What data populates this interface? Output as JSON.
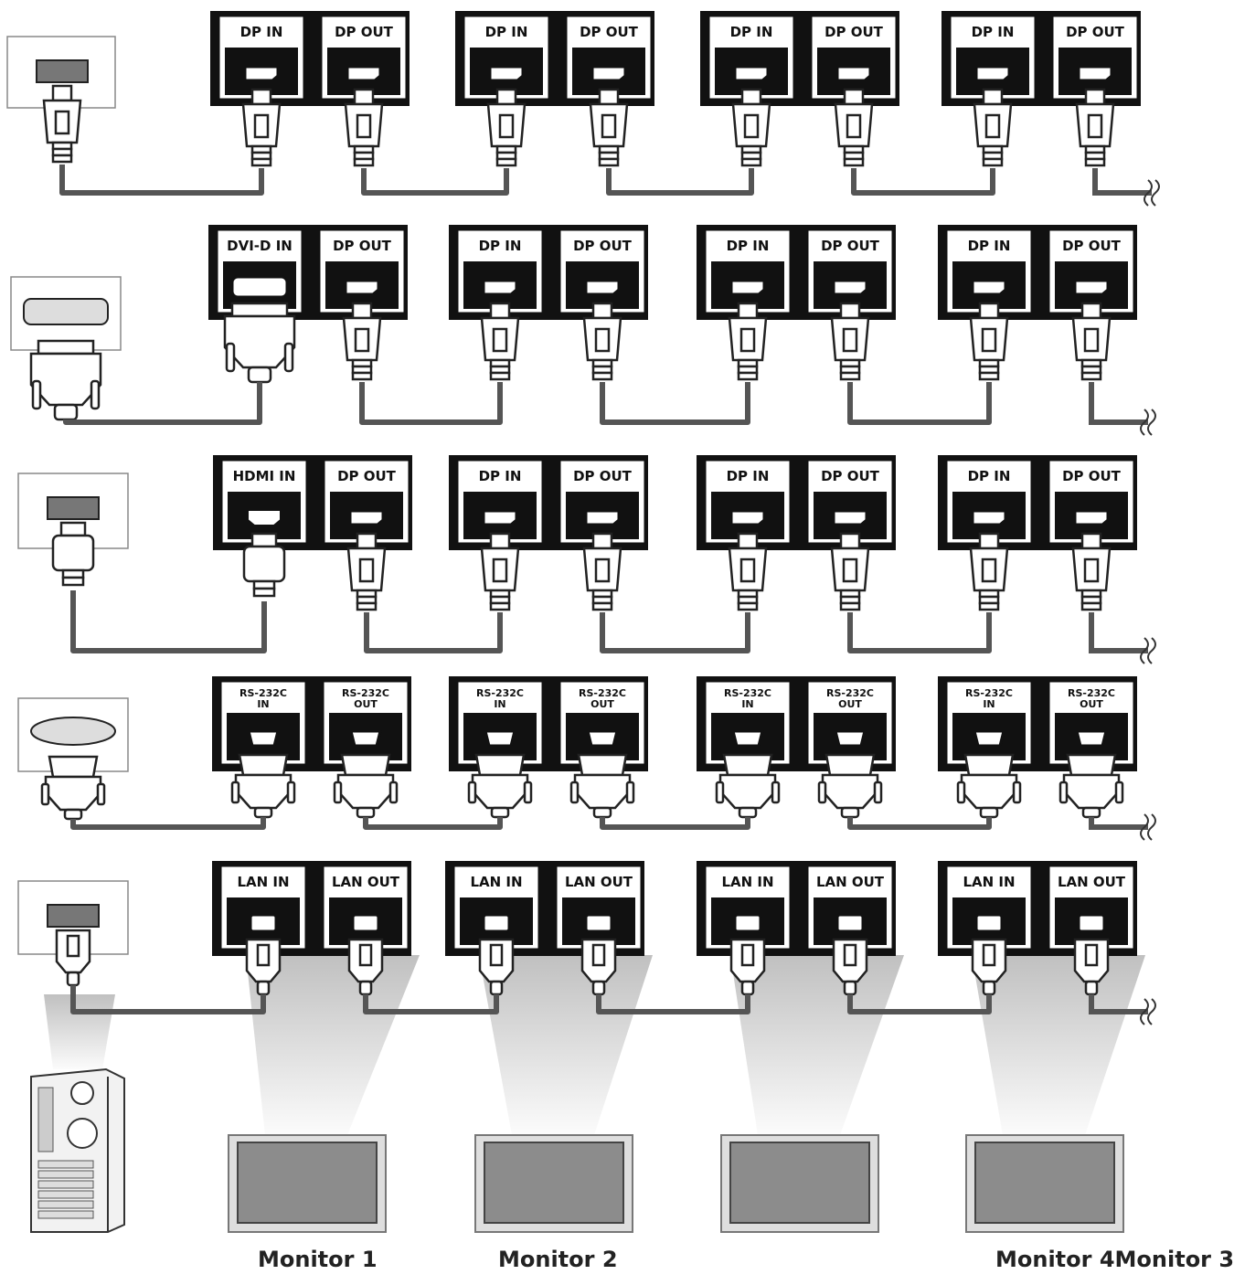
{
  "rows": [
    {
      "id": "dp",
      "source_connector": "dp",
      "cable_connector": "dp",
      "ports": [
        {
          "connector": "dp",
          "labels": [
            [
              "DP IN"
            ],
            [
              "DP OUT"
            ]
          ]
        },
        {
          "connector": "dp",
          "labels": [
            [
              "DP IN"
            ],
            [
              "DP OUT"
            ]
          ]
        },
        {
          "connector": "dp",
          "labels": [
            [
              "DP IN"
            ],
            [
              "DP OUT"
            ]
          ]
        },
        {
          "connector": "dp",
          "labels": [
            [
              "DP IN"
            ],
            [
              "DP OUT"
            ]
          ]
        }
      ]
    },
    {
      "id": "dvi",
      "source_connector": "dvi",
      "cable_connector": "dp",
      "ports": [
        {
          "connector": "dvi",
          "labels": [
            [
              "DVI-D IN"
            ],
            [
              "DP OUT"
            ]
          ]
        },
        {
          "connector": "dp",
          "labels": [
            [
              "DP IN"
            ],
            [
              "DP OUT"
            ]
          ]
        },
        {
          "connector": "dp",
          "labels": [
            [
              "DP IN"
            ],
            [
              "DP OUT"
            ]
          ]
        },
        {
          "connector": "dp",
          "labels": [
            [
              "DP IN"
            ],
            [
              "DP OUT"
            ]
          ]
        }
      ]
    },
    {
      "id": "hdmi",
      "source_connector": "hdmi",
      "cable_connector": "dp",
      "ports": [
        {
          "connector": "hdmi",
          "labels": [
            [
              "HDMI IN"
            ],
            [
              "DP OUT"
            ]
          ]
        },
        {
          "connector": "dp",
          "labels": [
            [
              "DP IN"
            ],
            [
              "DP OUT"
            ]
          ]
        },
        {
          "connector": "dp",
          "labels": [
            [
              "DP IN"
            ],
            [
              "DP OUT"
            ]
          ]
        },
        {
          "connector": "dp",
          "labels": [
            [
              "DP IN"
            ],
            [
              "DP OUT"
            ]
          ]
        }
      ]
    },
    {
      "id": "rs232",
      "source_connector": "rs232",
      "cable_connector": "rs232",
      "ports": [
        {
          "connector": "rs232",
          "labels": [
            [
              "RS-232C",
              "IN"
            ],
            [
              "RS-232C",
              "OUT"
            ]
          ]
        },
        {
          "connector": "rs232",
          "labels": [
            [
              "RS-232C",
              "IN"
            ],
            [
              "RS-232C",
              "OUT"
            ]
          ]
        },
        {
          "connector": "rs232",
          "labels": [
            [
              "RS-232C",
              "IN"
            ],
            [
              "RS-232C",
              "OUT"
            ]
          ]
        },
        {
          "connector": "rs232",
          "labels": [
            [
              "RS-232C",
              "IN"
            ],
            [
              "RS-232C",
              "OUT"
            ]
          ]
        }
      ]
    },
    {
      "id": "lan",
      "source_connector": "lan",
      "cable_connector": "lan",
      "ports": [
        {
          "connector": "lan",
          "labels": [
            [
              "LAN IN"
            ],
            [
              "LAN OUT"
            ]
          ]
        },
        {
          "connector": "lan",
          "labels": [
            [
              "LAN IN"
            ],
            [
              "LAN OUT"
            ]
          ]
        },
        {
          "connector": "lan",
          "labels": [
            [
              "LAN IN"
            ],
            [
              "LAN OUT"
            ]
          ]
        },
        {
          "connector": "lan",
          "labels": [
            [
              "LAN IN"
            ],
            [
              "LAN OUT"
            ]
          ]
        }
      ]
    }
  ],
  "monitors": [
    {
      "label": "Monitor 1"
    },
    {
      "label": "Monitor 2"
    },
    {
      "label": ""
    },
    {
      "label": ""
    }
  ],
  "caption_right": "Monitor 4Monitor 3",
  "colors": {
    "panel": "#111111",
    "port_bg": "#ffffff",
    "cable": "#555555",
    "connector": "#ffffff",
    "connector_stroke": "#222222",
    "screen": "#8c8c8c",
    "bezel": "#dedede",
    "beam_top": "#b9b9b9",
    "caption": "#222222"
  }
}
